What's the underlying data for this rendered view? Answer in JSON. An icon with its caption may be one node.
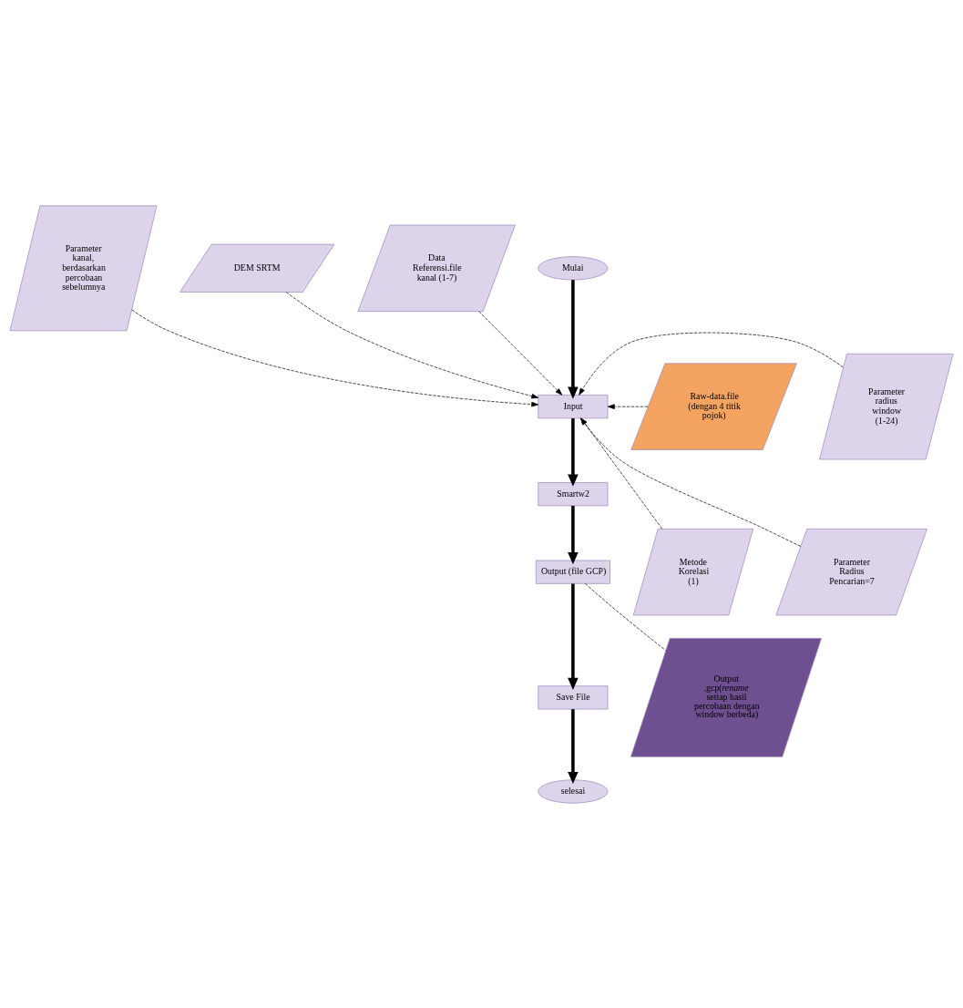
{
  "diagram": {
    "nodes": [
      {
        "text": [
          "Parameter kanal, berdasarkan percobaan sebelumnya"
        ]
      },
      {
        "text": [
          "DEM SRTM"
        ]
      },
      {
        "text": [
          "Data Referensi.file kanal (1-7)"
        ]
      },
      {
        "text": [
          "Mulai"
        ]
      },
      {
        "text": [
          "Raw-data.file (dengan 4 titik pojok)"
        ]
      },
      {
        "text": [
          "Parameter radius window (1-24)"
        ]
      },
      {
        "text": [
          "Input"
        ]
      },
      {
        "text": [
          "Smartw2"
        ]
      },
      {
        "text": [
          "Metode Korelasi (1)"
        ]
      },
      {
        "text": [
          "Parameter Radius Pencarian=7"
        ]
      },
      {
        "text": [
          "Output (file GCP)"
        ]
      },
      {
        "text": [
          "Save File"
        ]
      },
      {
        "text": [
          "Output .gcp(*rename* setiap hasil percobaan dengan window berbeda)"
        ]
      },
      {
        "text": [
          "selesai"
        ]
      }
    ],
    "edges": [
      {
        "from": 3,
        "to": 6,
        "arrow": "to",
        "style": "thick"
      },
      {
        "from": 0,
        "to": 6,
        "arrow": "to",
        "style": "dashed"
      },
      {
        "from": 1,
        "to": 6,
        "arrow": "to",
        "style": "dashed"
      },
      {
        "from": 2,
        "to": 6,
        "arrow": "to",
        "style": "dashed"
      },
      {
        "from": 5,
        "to": 6,
        "arrow": "to",
        "style": "dashed"
      },
      {
        "from": 4,
        "to": 6,
        "arrow": "to",
        "style": "dashed"
      },
      {
        "from": 9,
        "to": 6,
        "arrow": "to",
        "style": "dashed"
      },
      {
        "from": 8,
        "to": 6,
        "arrow": "to",
        "style": "dashed"
      },
      {
        "from": 6,
        "to": 7,
        "arrow": "to",
        "style": "thick"
      },
      {
        "from": 7,
        "to": 10,
        "arrow": "to",
        "style": "thick"
      },
      {
        "from": 10,
        "to": 11,
        "arrow": "to",
        "style": "thick"
      },
      {
        "from": 11,
        "to": 13,
        "arrow": "to",
        "style": "thick"
      },
      {
        "from": 10,
        "to": 12,
        "arrow": "none",
        "style": "dashed"
      }
    ]
  }
}
